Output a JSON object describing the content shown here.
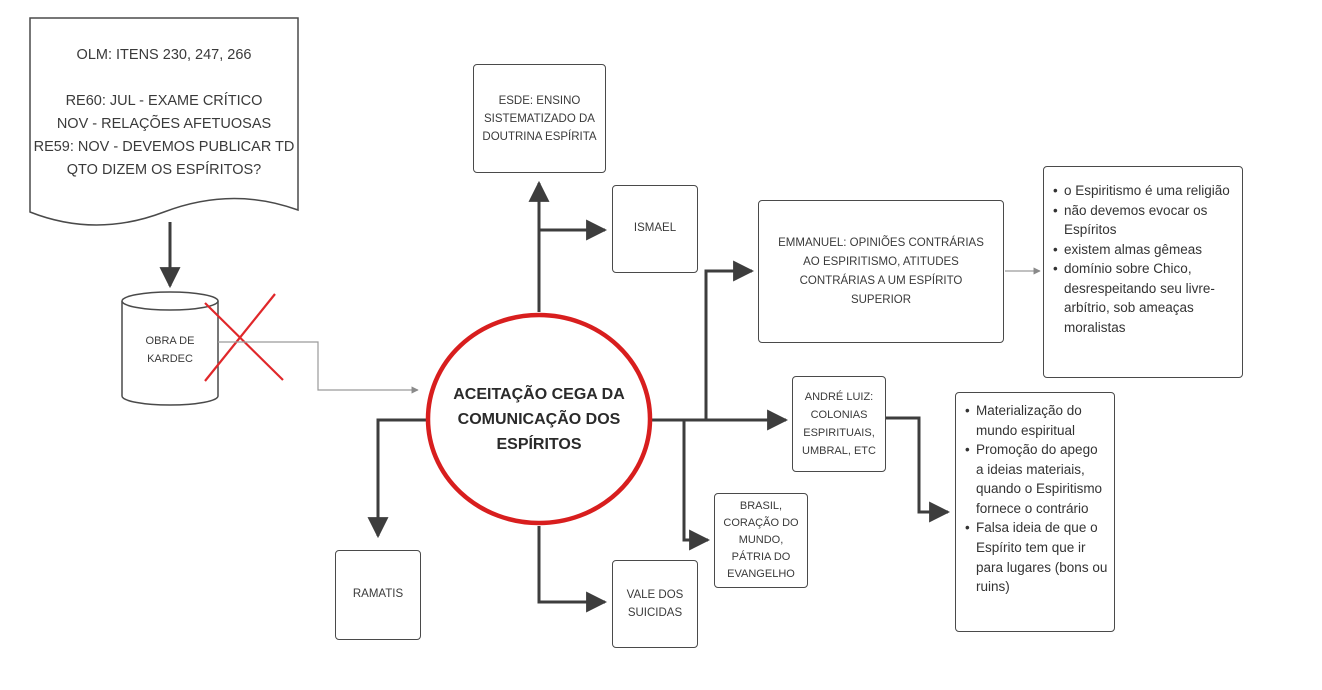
{
  "document": {
    "lines": [
      "OLM: ITENS 230, 247, 266",
      "",
      "RE60: JUL - EXAME CRÍTICO",
      "NOV - RELAÇÕES AFETUOSAS",
      "RE59: NOV - DEVEMOS PUBLICAR TD",
      "QTO DIZEM OS ESPÍRITOS?"
    ]
  },
  "database": {
    "lines": [
      "OBRA DE",
      "KARDEC"
    ]
  },
  "center": {
    "lines": [
      "ACEITAÇÃO CEGA DA",
      "COMUNICAÇÃO DOS",
      "ESPÍRITOS"
    ]
  },
  "nodes": {
    "esde": [
      "ESDE: ENSINO",
      "SISTEMATIZADO DA",
      "DOUTRINA ESPÍRITA"
    ],
    "ismael": [
      "ISMAEL"
    ],
    "emmanuel": [
      "EMMANUEL: OPINIÕES CONTRÁRIAS",
      "AO ESPIRITISMO, ATITUDES",
      "CONTRÁRIAS A UM ESPÍRITO",
      "SUPERIOR"
    ],
    "andre": [
      "ANDRÉ LUIZ:",
      "COLONIAS",
      "ESPIRITUAIS,",
      "UMBRAL, ETC"
    ],
    "brasil": [
      "BRASIL,",
      "CORAÇÃO DO",
      "MUNDO,",
      "PÁTRIA DO",
      "EVANGELHO"
    ],
    "vale": [
      "VALE DOS",
      "SUICIDAS"
    ],
    "ramatis": [
      "RAMATIS"
    ]
  },
  "emmanuel_notes": [
    "o Espiritismo é uma religião",
    "não devemos evocar os Espíritos",
    "existem almas gêmeas",
    "domínio sobre Chico, desrespeitando seu livre-arbítrio, sob ameaças moralistas"
  ],
  "andre_notes": [
    "Materialização do mundo espiritual",
    "Promoção do apego a ideias materiais, quando o Espiritismo fornece o contrário",
    "Falsa ideia de que o Espírito tem que ir para lugares (bons ou ruins)"
  ],
  "colors": {
    "line": "#3d3d3d",
    "circle": "#d81e1e",
    "cross": "#e0272a",
    "dashed": "#9a9a9a"
  }
}
